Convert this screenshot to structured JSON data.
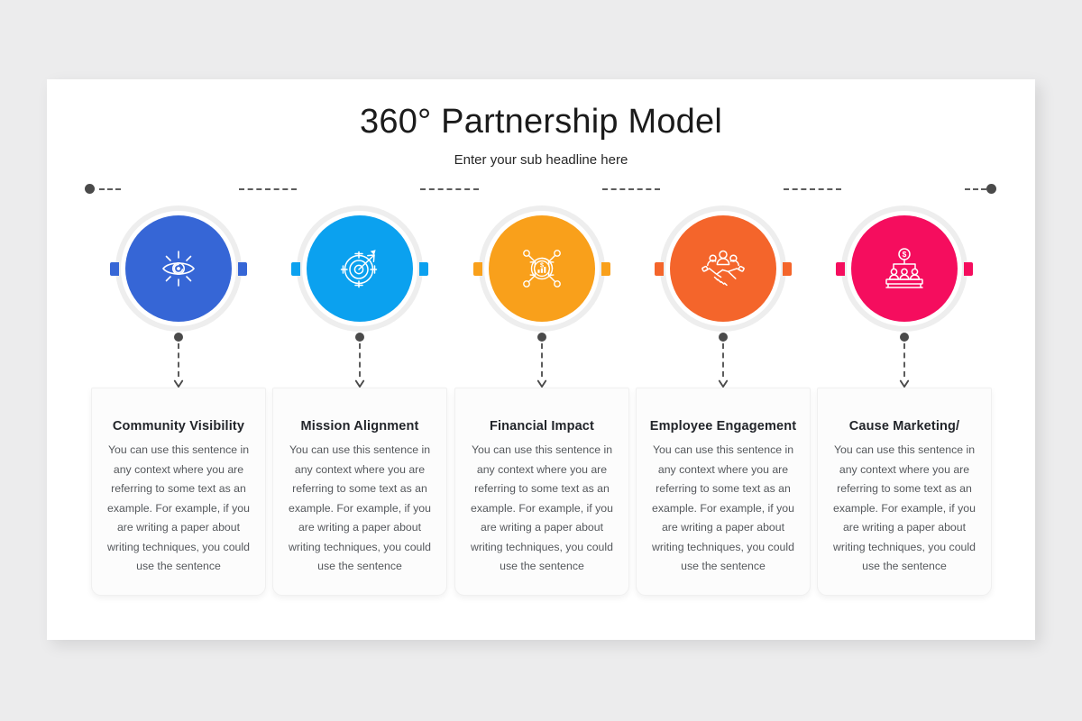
{
  "slide": {
    "title": "360° Partnership Model",
    "subtitle": "Enter your sub headline here",
    "background_color": "#ececed",
    "surface_color": "#ffffff"
  },
  "connector": {
    "style": "dashed",
    "line_color": "#5c5c5c",
    "endcap_color": "#4a4a4a"
  },
  "body_text": "You can use this sentence in any context where you are referring to some text as an example. For example, if you are writing a paper about writing techniques, you could use the sentence",
  "steps": [
    {
      "id": 1,
      "heading": "Community Visibility",
      "body": "You can use this sentence in any context where you are referring to some text as an example. For example, if you are writing a paper about writing techniques, you could use the sentence",
      "color": "#3666d6",
      "icon": "eye-visibility-icon"
    },
    {
      "id": 2,
      "heading": "Mission Alignment",
      "body": "You can use this sentence in any context where you are referring to some text as an example. For example, if you are writing a paper about writing techniques, you could use the sentence",
      "color": "#0ba1ef",
      "icon": "target-arrow-icon"
    },
    {
      "id": 3,
      "heading": "Financial Impact",
      "body": "You can use this sentence in any context where you are referring to some text as an example. For example, if you are writing a paper about writing techniques, you could use the sentence",
      "color": "#f9a01b",
      "icon": "financial-growth-network-icon"
    },
    {
      "id": 4,
      "heading": "Employee Engagement",
      "body": "You can use this sentence in any context where you are referring to some text as an example. For example, if you are writing a paper about writing techniques, you could use the sentence",
      "color": "#f4652b",
      "icon": "handshake-team-icon"
    },
    {
      "id": 5,
      "heading": "Cause Marketing/",
      "body": "You can use this sentence in any context where you are referring to some text as an example. For example, if you are writing a paper about writing techniques, you could use the sentence",
      "color": "#f50d5e",
      "icon": "fundraising-panel-icon"
    }
  ]
}
